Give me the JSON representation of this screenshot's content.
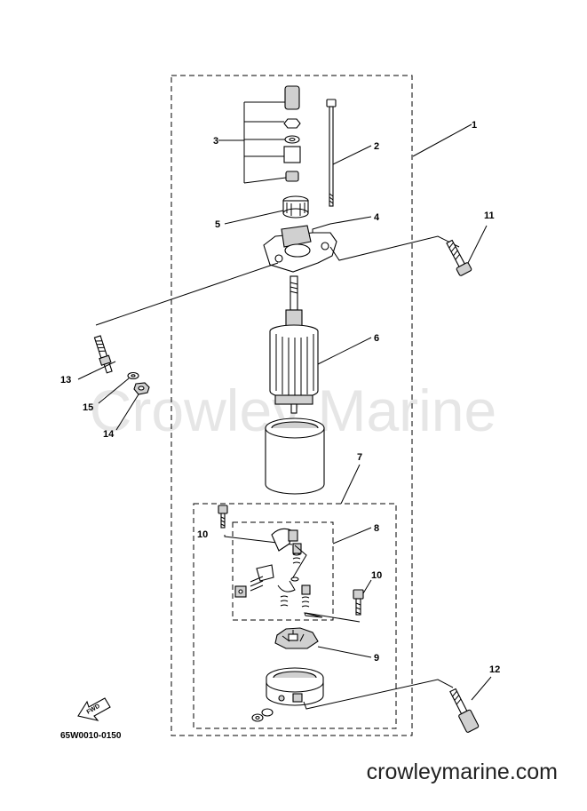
{
  "watermark": "Crowley Marine",
  "footer_url": "crowleymarine.com",
  "diagram_code": "65W0010-0150",
  "fwd_label": "FWD",
  "callouts": {
    "c1": "1",
    "c2": "2",
    "c3": "3",
    "c4": "4",
    "c5": "5",
    "c6": "6",
    "c7": "7",
    "c8": "8",
    "c9": "9",
    "c10a": "10",
    "c10b": "10",
    "c11": "11",
    "c12": "12",
    "c13": "13",
    "c14": "14",
    "c15": "15"
  }
}
